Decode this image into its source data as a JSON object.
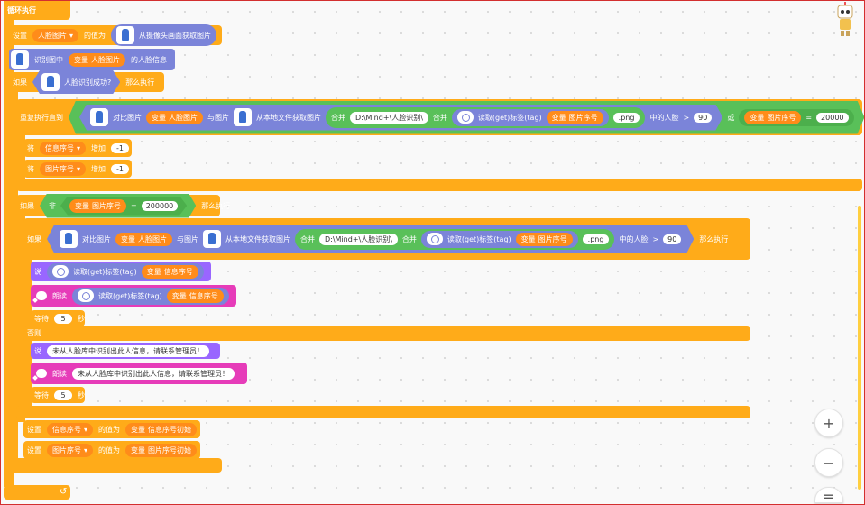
{
  "loop": {
    "label": "循环执行"
  },
  "set_face": {
    "label_set": "设置",
    "var": "人脸图片",
    "label_value": "的值为",
    "camera_label": "从摄像头画面获取图片"
  },
  "recognize": {
    "prefix": "识别图中",
    "var_word": "变量",
    "var": "人脸图片",
    "suffix": "的人脸信息"
  },
  "if_face": {
    "if": "如果",
    "cond": "人脸识别成功?",
    "then": "那么执行"
  },
  "repeat_until": {
    "label": "重复执行直到",
    "compare": "对比图片",
    "with": "与图片",
    "file": "从本地文件获取图片",
    "join": "合并",
    "path": "D:\\Mind+\\人脸识别\\",
    "tag_label": "读取(get)标签(tag)",
    "img_index": "图片序号",
    "ext": ".png",
    "face_in": "中的人脸",
    "gt": ">",
    "threshold": "90",
    "or": "或",
    "eq": "=",
    "max": "20000"
  },
  "inc1": {
    "label": "将",
    "var": "信息序号",
    "add": "增加",
    "val": "-1"
  },
  "inc2": {
    "label": "将",
    "var": "图片序号",
    "add": "增加",
    "val": "-1"
  },
  "if_not": {
    "if": "如果",
    "not": "非",
    "var_word": "变量",
    "var": "图片序号",
    "eq": "=",
    "val": "200000",
    "then": "那么执行"
  },
  "if_compare": {
    "if": "如果",
    "then": "那么执行"
  },
  "say1": {
    "label": "说",
    "tag": "读取(get)标签(tag)",
    "var": "信息序号"
  },
  "read1": {
    "label": "朗读",
    "tag": "读取(get)标签(tag)",
    "var": "信息序号"
  },
  "wait1": {
    "label": "等待",
    "val": "5",
    "unit": "秒"
  },
  "else": {
    "label": "否则"
  },
  "say2": {
    "label": "说",
    "msg": "未从人脸库中识别出此人信息，请联系管理员！"
  },
  "read2": {
    "label": "朗读",
    "msg": "未从人脸库中识别出此人信息，请联系管理员！"
  },
  "wait2": {
    "label": "等待",
    "val": "5",
    "unit": "秒"
  },
  "set_info": {
    "label": "设置",
    "var": "信息序号",
    "value_label": "的值为",
    "var_word": "变量",
    "init": "信息序号初始"
  },
  "set_img": {
    "label": "设置",
    "var": "图片序号",
    "value_label": "的值为",
    "var_word": "变量",
    "init": "图片序号初始"
  },
  "zoom": {
    "in": "+",
    "out": "−",
    "reset": "="
  },
  "colors": {
    "control": "#ffab19",
    "variable": "#ff8c1a",
    "operator": "#59c059",
    "ai": "#7b84d9",
    "looks": "#9966ff",
    "sound": "#e63cb9"
  }
}
